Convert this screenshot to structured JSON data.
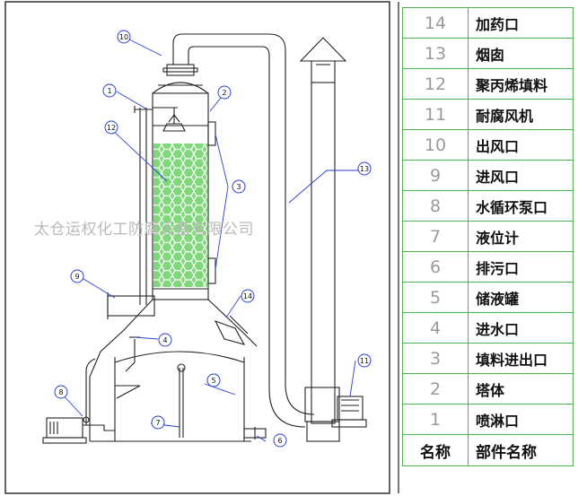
{
  "watermark": "太仓运权化工防腐设备有限公司",
  "callouts": [
    "1",
    "2",
    "3",
    "4",
    "5",
    "6",
    "7",
    "8",
    "9",
    "10",
    "11",
    "12",
    "13",
    "14"
  ],
  "parts": [
    {
      "num": "14",
      "name": "加药口"
    },
    {
      "num": "13",
      "name": "烟囱"
    },
    {
      "num": "12",
      "name": "聚丙烯填料"
    },
    {
      "num": "11",
      "name": "耐腐风机"
    },
    {
      "num": "10",
      "name": "出风口"
    },
    {
      "num": "9",
      "name": "进风口"
    },
    {
      "num": "8",
      "name": "水循环泵口"
    },
    {
      "num": "7",
      "name": "液位计"
    },
    {
      "num": "6",
      "name": "排污口"
    },
    {
      "num": "5",
      "name": "储液罐"
    },
    {
      "num": "4",
      "name": "进水口"
    },
    {
      "num": "3",
      "name": "填料进出口"
    },
    {
      "num": "2",
      "name": "塔体"
    },
    {
      "num": "1",
      "name": "喷淋口"
    }
  ],
  "table_header": {
    "num": "名称",
    "name": "部件名称"
  },
  "colors": {
    "table_border": "#4caf50",
    "packing": "#7fd87a",
    "line": "#222222",
    "callout": "#2a3fd0"
  }
}
